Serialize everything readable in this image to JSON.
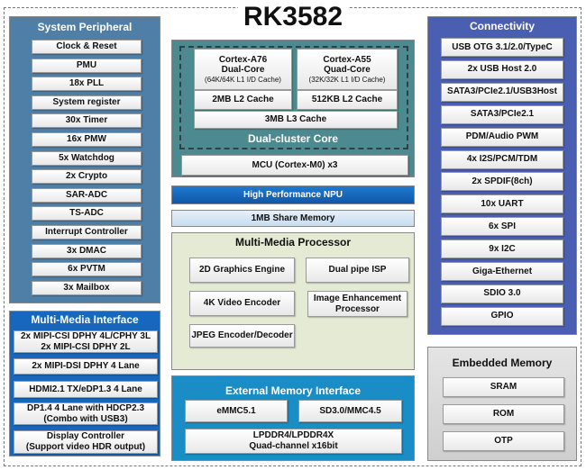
{
  "title": "RK3582",
  "system_peripheral": {
    "title": "System Peripheral",
    "items": [
      "Clock & Reset",
      "PMU",
      "18x PLL",
      "System register",
      "30x Timer",
      "16x PMW",
      "5x Watchdog",
      "2x Crypto",
      "SAR-ADC",
      "TS-ADC",
      "Interrupt Controller",
      "3x DMAC",
      "6x PVTM",
      "3x Mailbox"
    ]
  },
  "multimedia_interface": {
    "title": "Multi-Media Interface",
    "items": [
      [
        "2x MIPI-CSI DPHY 4L/CPHY 3L",
        "2x MIPI-CSI DPHY 2L"
      ],
      [
        "2x MIPI-DSI DPHY 4 Lane"
      ],
      [
        "HDMI2.1 TX/eDP1.3 4 Lane"
      ],
      [
        "DP1.4 4 Lane with HDCP2.3",
        "(Combo with USB3)"
      ],
      [
        "Display Controller",
        "(Support video HDR output)"
      ]
    ]
  },
  "cpu": {
    "a76": {
      "name": "Cortex-A76",
      "cores": "Dual-Core",
      "l1": "(64K/64K L1 I/D Cache)",
      "l2": "2MB L2 Cache"
    },
    "a55": {
      "name": "Cortex-A55",
      "cores": "Quad-Core",
      "l1": "(32K/32K L1 I/D Cache)",
      "l2": "512KB L2 Cache"
    },
    "l3": "3MB L3 Cache",
    "cluster_label": "Dual-cluster Core",
    "mcu": "MCU (Cortex-M0) x3"
  },
  "npu": "High Performance NPU",
  "share_memory": "1MB Share Memory",
  "mm_processor": {
    "title": "Multi-Media Processor",
    "g2d": "2D Graphics Engine",
    "isp": "Dual pipe ISP",
    "venc": "4K Video Encoder",
    "iep": [
      "Image Enhancement",
      "Processor"
    ],
    "jpeg": "JPEG Encoder/Decoder"
  },
  "ext_memory": {
    "title": "External Memory Interface",
    "emmc": "eMMC5.1",
    "sd": "SD3.0/MMC4.5",
    "ddr": [
      "LPDDR4/LPDDR4X",
      "Quad-channel x16bit"
    ]
  },
  "connectivity": {
    "title": "Connectivity",
    "items": [
      "USB OTG 3.1/2.0/TypeC",
      "2x USB Host 2.0",
      "SATA3/PCIe2.1/USB3Host",
      "SATA3/PCIe2.1",
      "PDM/Audio PWM",
      "4x I2S/PCM/TDM",
      "2x SPDIF(8ch)",
      "10x UART",
      "6x SPI",
      "9x I2C",
      "Giga-Ethernet",
      "SDIO 3.0",
      "GPIO"
    ]
  },
  "embedded_memory": {
    "title": "Embedded Memory",
    "items": [
      "SRAM",
      "ROM",
      "OTP"
    ]
  },
  "colors": {
    "sys": "#4f7ea6",
    "mmi": "#1667bd",
    "cpu": "#4c8a90",
    "npu": "#1667bd",
    "share": "#d6e6f4",
    "mmp": "#e4ead4",
    "emi": "#1a8cc6",
    "conn": "#4a5fb1",
    "emb": "#d9d9d9"
  }
}
